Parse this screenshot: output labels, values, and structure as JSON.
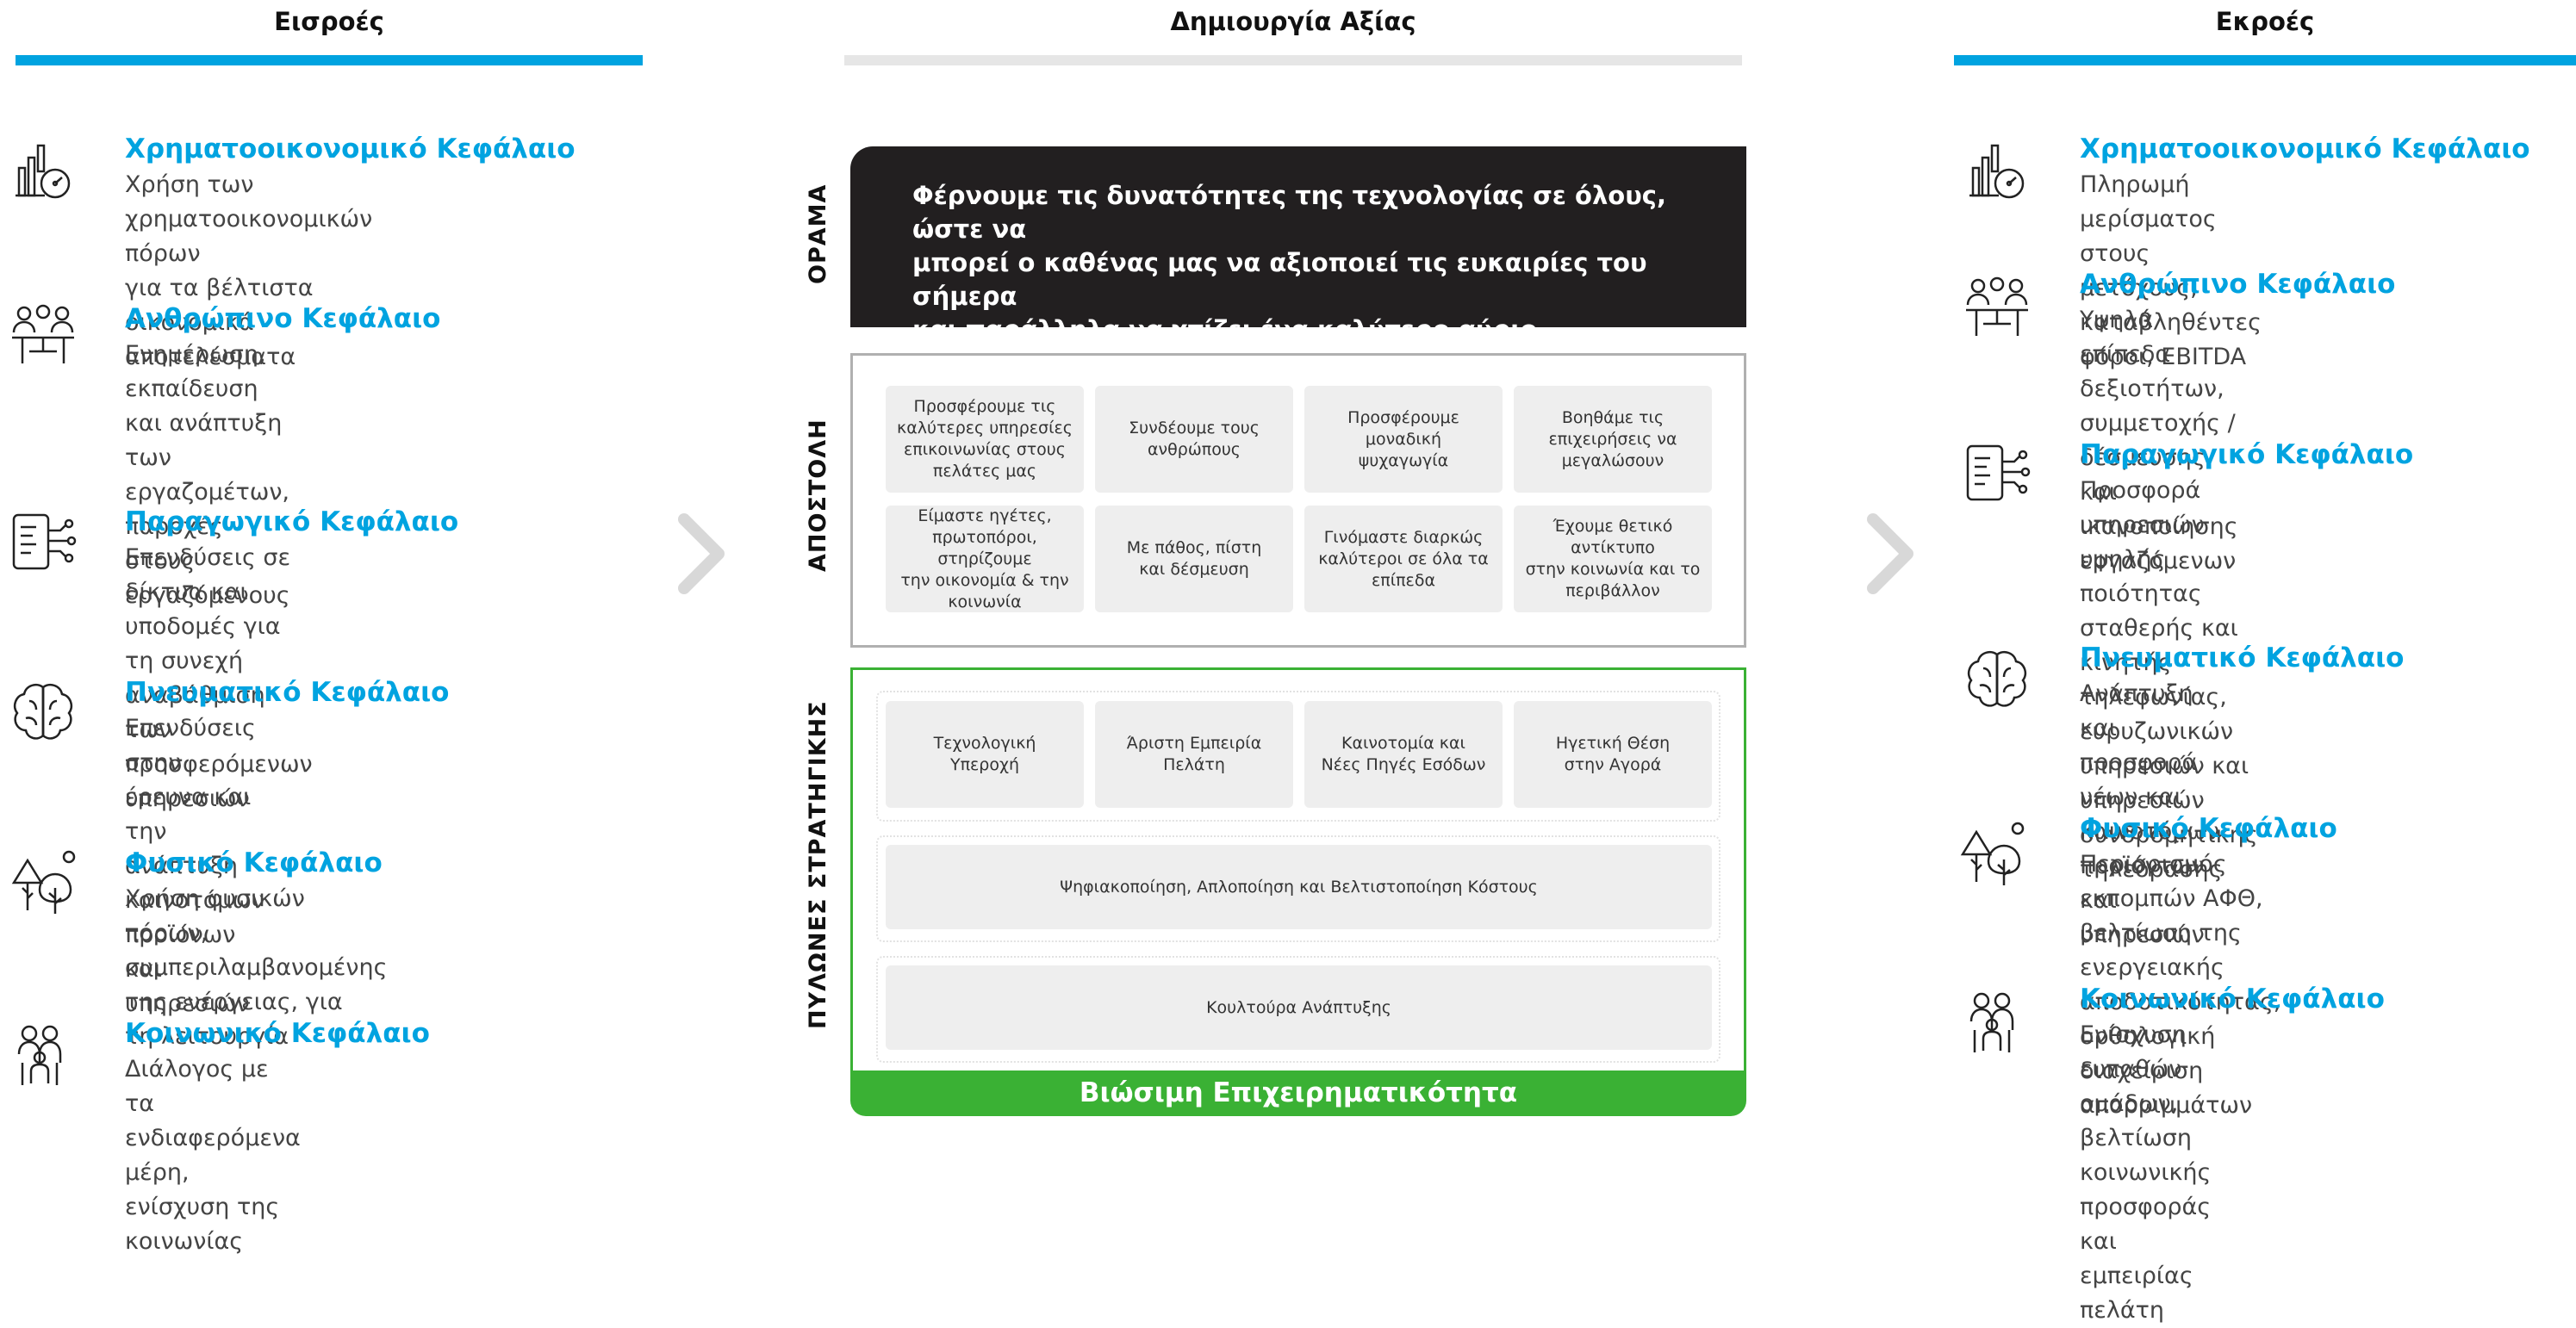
{
  "headers": {
    "inputs": "Εισροές",
    "value_creation": "Δημιουργία Αξίας",
    "outputs": "Εκροές"
  },
  "colors": {
    "accent_blue": "#00a3e0",
    "dark": "#221f20",
    "green": "#3ab134",
    "light_gray_bar": "#e6e6e6"
  },
  "inputs": [
    {
      "icon": "financial-chart-gauge-icon",
      "title": "Χρηματοοικονομικό Κεφάλαιο",
      "lines": [
        "Χρήση των χρηματοοικονομικών πόρων",
        "για τα βέλτιστα οικονομικά",
        "αποτελέσματα"
      ]
    },
    {
      "icon": "people-meeting-icon",
      "title": "Ανθρώπινο Κεφάλαιο",
      "lines": [
        "Ενημέρωση, εκπαίδευση και ανάπτυξη",
        "των εργαζομέτων, παροχές στους",
        "εργαζόμενους"
      ]
    },
    {
      "icon": "device-network-icon",
      "title": "Παραγωγικό Κεφάλαιο",
      "lines": [
        "Επενδύσεις σε δίκτυα και υποδομές για",
        "τη συνεχή αναβάθμιση των",
        "προσφερόμενων υπηρεσιών"
      ]
    },
    {
      "icon": "brain-icon",
      "title": "Πνευματικό Κεφάλαιο",
      "lines": [
        "Επενδύσεις στην έρευνα και την",
        "ανάπτυξη καινοτόμων προϊόνων και",
        "υπηρεσιών"
      ]
    },
    {
      "icon": "trees-sun-icon",
      "title": "Φυσικό Κεφάλαιο",
      "lines": [
        "Χρήση φυσικών πόρων,",
        "συμπεριλαμβανομένης της ενέργειας, για",
        "τη λειτουργία"
      ]
    },
    {
      "icon": "community-people-icon",
      "title": "Κοινωνικό Κεφάλαιο",
      "lines": [
        "Διάλογος με τα ενδιαφερόμενα μέρη,",
        "ενίσχυση της κοινωνίας"
      ]
    }
  ],
  "outputs": [
    {
      "icon": "financial-chart-gauge-icon",
      "title": "Χρηματοοικονομικό Κεφάλαιο",
      "lines": [
        "Πληρωμή μερίσματος στους μετόχους,",
        "καταβληθέντες φόροι, EBITDA"
      ]
    },
    {
      "icon": "people-meeting-icon",
      "title": "Ανθρώπινο Κεφάλαιο",
      "lines": [
        "Υψηλά επίπεδα δεξιοτήτων, συμμετοχής /",
        "δέσμευσης και ικανοποίησης εργαζόμενων"
      ]
    },
    {
      "icon": "device-network-icon",
      "title": "Παραγωγικό Κεφάλαιο",
      "lines": [
        "Προσφορά υπηρεσιών υψηλής ποιότητας",
        "σταθερής και κινητής τηλεφωνίας,",
        "ευρυζωνικών υπηρεσιών και υπηρεσιών",
        "συνδρομητικής τηλεόρασης"
      ]
    },
    {
      "icon": "brain-icon",
      "title": "Πνευματικό Κεφάλαιο",
      "lines": [
        "Ανάπτυξη και προσφορά νέων και",
        "καινοτόμων προϊόντων και υπηρεσιών"
      ]
    },
    {
      "icon": "trees-sun-icon",
      "title": "Φυσικό Κεφάλαιο",
      "lines": [
        "Περιορισμός εκπομπών ΑΦΘ, βελτίωση της",
        "ενεργειακής αποδοτικότητας, ορθολογική",
        "διαχείριση απορριμμάτων"
      ]
    },
    {
      "icon": "community-people-icon",
      "title": "Κοινωνικό Κεφάλαιο",
      "lines": [
        "Ενίσχυση ευπαθών ομάδων, βελτίωση",
        "κοινωνικής προσφοράς και εμπειρίας",
        "πελάτη"
      ]
    }
  ],
  "center": {
    "vision_label": "ΟΡΑΜΑ",
    "vision_lines": [
      "Φέρνουμε τις δυνατότητες της τεχνολογίας σε όλους, ώστε να",
      "μπορεί ο καθένας μας να αξιοποιεί τις ευκαιρίες του σήμερα",
      "και παράλληλα να χτίζει ένα καλύτερο αύριο"
    ],
    "mission_label": "ΑΠΟΣΤΟΛΗ",
    "mission_cells": [
      [
        "Προσφέρουμε τις",
        "καλύτερες υπηρεσίες",
        "επικοινωνίας στους",
        "πελάτες μας"
      ],
      [
        "Συνδέουμε τους",
        "ανθρώπους"
      ],
      [
        "Προσφέρουμε",
        "μοναδική",
        "ψυχαγωγία"
      ],
      [
        "Βοηθάμε τις",
        "επιχειρήσεις να",
        "μεγαλώσουν"
      ],
      [
        "Είμαστε ηγέτες,",
        "πρωτοπόροι, στηρίζουμε",
        "την οικονομία & την",
        "κοινωνία"
      ],
      [
        "Με πάθος, πίστη",
        "και δέσμευση"
      ],
      [
        "Γινόμαστε διαρκώς",
        "καλύτεροι σε όλα τα",
        "επίπεδα"
      ],
      [
        "Έχουμε θετικό αντίκτυπο",
        "στην κοινωνία και το",
        "περιβάλλον"
      ]
    ],
    "pillars_label": "ΠΥΛΩΝΕΣ ΣΤΡΑΤΗΓΙΚΗΣ",
    "pillar_cells": [
      [
        "Τεχνολογική",
        "Υπεροχή"
      ],
      [
        "Άριστη Εμπειρία",
        "Πελάτη"
      ],
      [
        "Καινοτομία και",
        "Νέες Πηγές Εσόδων"
      ],
      [
        "Ηγετική Θέση",
        "στην Αγορά"
      ]
    ],
    "pillar_wide_1": "Ψηφιακοποίηση, Απλοποίηση και Βελτιστοποίηση Κόστους",
    "pillar_wide_2": "Κουλτούρα Ανάπτυξης",
    "footer": "Βιώσιμη Επιχειρηματικότητα"
  }
}
